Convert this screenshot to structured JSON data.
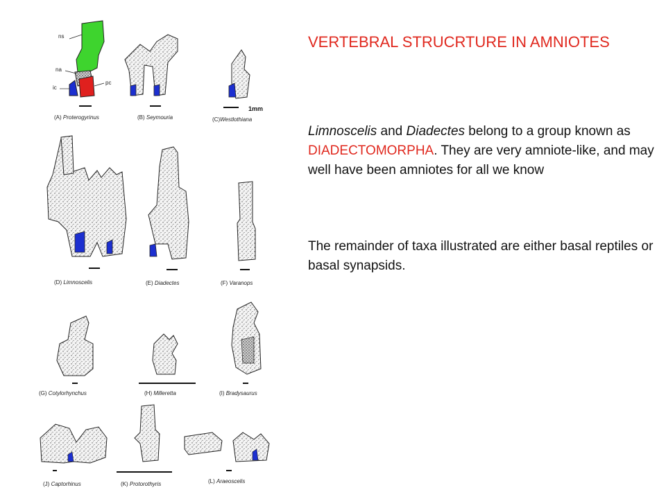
{
  "title": "VERTEBRAL STRUCRTURE IN AMNIOTES",
  "paragraph1": {
    "taxon1": "Limnoscelis",
    "and": " and ",
    "taxon2": "Diadectes",
    "mid": " belong to a group known as ",
    "group": "DIADECTOMORPHA",
    "rest": ".  They are very amniote-like, and may well have been amniotes for all we know"
  },
  "paragraph2": "The remainder of taxa illustrated are either basal reptiles or basal synapsids.",
  "figure": {
    "scale_label": "1mm",
    "labels": {
      "ns": "ns",
      "na": "na",
      "ic": "ic",
      "pc": "pc"
    },
    "captions": [
      {
        "letter": "(A) ",
        "name": "Proterogyrinus"
      },
      {
        "letter": "(B) ",
        "name": "Seymouria"
      },
      {
        "letter": "(C)",
        "name": "Westlothiana"
      },
      {
        "letter": "(D) ",
        "name": "Limnoscelis"
      },
      {
        "letter": "(E) ",
        "name": "Diadectes"
      },
      {
        "letter": "(F) ",
        "name": "Varanops"
      },
      {
        "letter": "(G) ",
        "name": "Cotylorhynchus"
      },
      {
        "letter": "(H) ",
        "name": "Milleretta"
      },
      {
        "letter": "(I) ",
        "name": "Bradysaurus"
      },
      {
        "letter": "(J) ",
        "name": "Captorhinus"
      },
      {
        "letter": "(K) ",
        "name": "Protorothyris"
      },
      {
        "letter": "(L) ",
        "name": "Araeoscelis"
      }
    ],
    "colors": {
      "neural_spine": "#3ed42e",
      "pleurocentrum": "#e0201e",
      "intercentrum": "#1c2fd0"
    }
  }
}
